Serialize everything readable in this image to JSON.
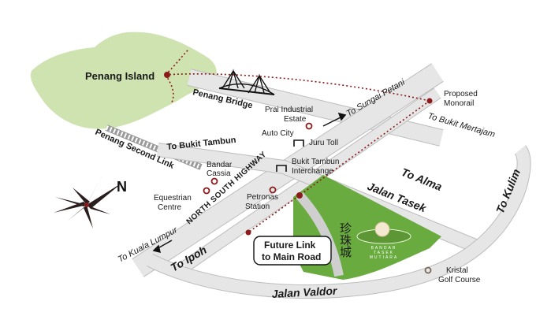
{
  "places": {
    "penang_island": "Penang Island",
    "penang_bridge": "Penang Bridge",
    "penang_second_link": "Penang Second Link",
    "prai_industrial_estate_line1": "Prai Industrial",
    "prai_industrial_estate_line2": "Estate",
    "auto_city": "Auto City",
    "juru_toll": "Juru Toll",
    "proposed_monorail_line1": "Proposed",
    "proposed_monorail_line2": "Monorail",
    "to_sungai_petani": "To Sungai Petani",
    "to_bukit_mertajam": "To Bukit Mertajam",
    "to_bukit_tambun": "To Bukit Tambun",
    "bandar_cassia_line1": "Bandar",
    "bandar_cassia_line2": "Cassia",
    "bukit_tambun_interchange_line1": "Bukit Tambun",
    "bukit_tambun_interchange_line2": "Interchange",
    "equestrian_centre_line1": "Equestrian",
    "equestrian_centre_line2": "Centre",
    "petronas_station_line1": "Petronas",
    "petronas_station_line2": "Station",
    "north_south_highway": "NORTH SOUTH HIGHWAY",
    "to_alma": "To Alma",
    "jalan_tasek": "Jalan Tasek",
    "to_kulim": "To Kulim",
    "to_kuala_lumpur": "To Kuala Lumpur",
    "to_ipoh": "To Ipoh",
    "future_link_line1": "Future Link",
    "future_link_line2": "to Main Road",
    "kristal_golf_course_line1": "Kristal",
    "kristal_golf_course_line2": "Golf Course",
    "jalan_valdor": "Jalan Valdor"
  },
  "development": {
    "chinese_name": "珍珠城",
    "logo_line1": "BANDAR",
    "logo_line2": "TASEK",
    "logo_line3": "MUTIARA"
  },
  "compass": {
    "north_label": "N"
  },
  "colors": {
    "land_green": "#cfe3b0",
    "development_green": "#6aab3f",
    "road_grey": "#e6e6e6",
    "road_edge": "#bdbdbd",
    "marker_red": "#8b1a1a",
    "monorail_red": "#8b1a1a",
    "compass_dark": "#2a1d1d"
  }
}
